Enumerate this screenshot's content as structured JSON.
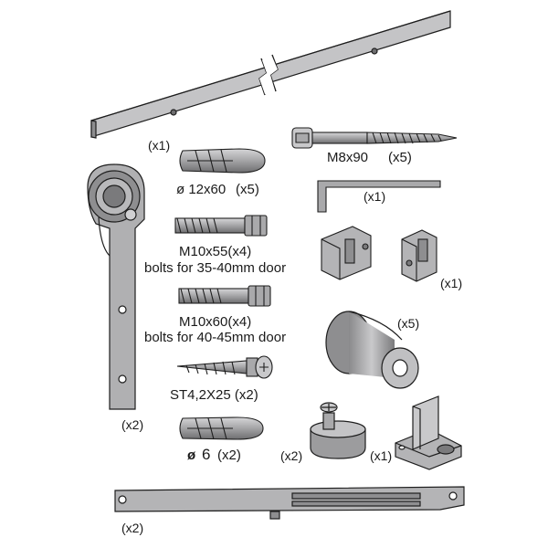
{
  "colors": {
    "part_fill": "#a9a9ab",
    "part_light": "#c9c9cb",
    "part_dark": "#6e6e70",
    "outline": "#1e1e1e",
    "text": "#1a1a1a"
  },
  "labels": {
    "rail_qty": "(x1)",
    "anchor12_name": "ø 12x60",
    "anchor12_qty": "(x5)",
    "lagscrew_name": "M8x90",
    "lagscrew_qty": "(x5)",
    "hexkey_qty": "(x1)",
    "bolt55_name": "M10x55(x4)",
    "bolt55_desc": "bolts for 35-40mm door",
    "stoppers_qty": "(x1)",
    "bolt60_name": "M10x60(x4)",
    "bolt60_desc": "bolts for 40-45mm door",
    "spacer_qty": "(x5)",
    "screw_name": "ST4,2X25 (x2)",
    "hanger_qty": "(x2)",
    "anchor6_symbol": "ø",
    "anchor6_size": "6",
    "anchor6_qty": "(x2)",
    "bumper_qty": "(x2)",
    "floorguide_qty": "(x1)",
    "softclose_qty": "(x2)"
  }
}
